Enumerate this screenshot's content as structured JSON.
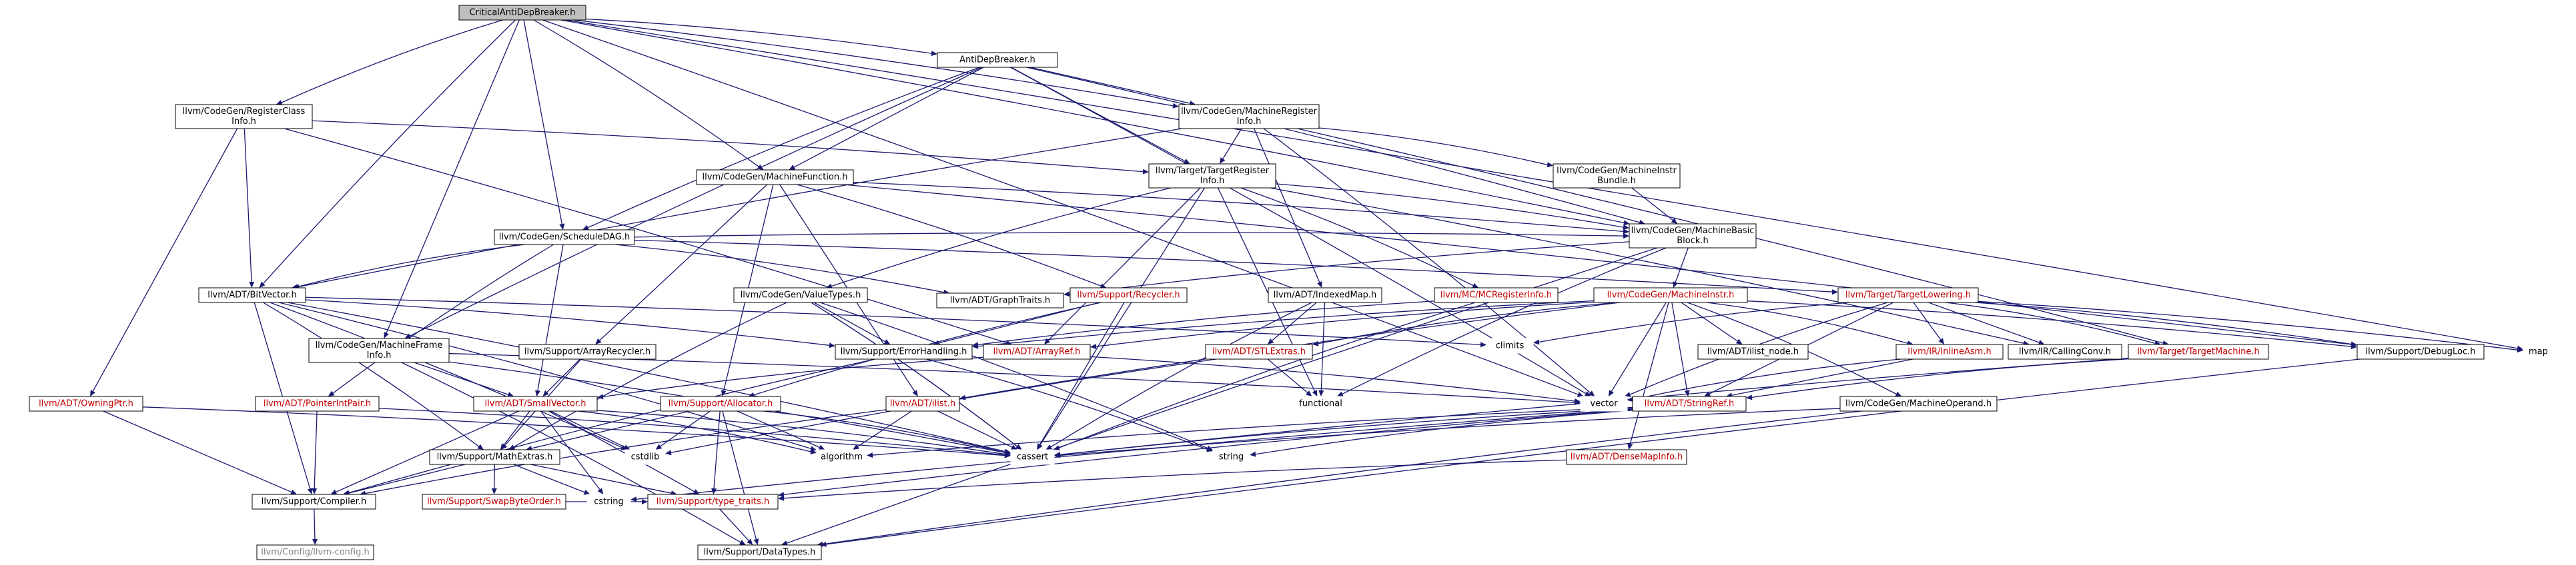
{
  "graph": {
    "colors": {
      "edge": "#191970",
      "root_fill": "#bfbfbf",
      "red_label": "#c00000",
      "gray_label": "#808080"
    },
    "nodes": [
      {
        "id": "root",
        "label": [
          "CriticalAntiDepBreaker.h"
        ],
        "style": "root"
      },
      {
        "id": "antidep",
        "label": [
          "AntiDepBreaker.h"
        ],
        "style": "black"
      },
      {
        "id": "regclass",
        "label": [
          "llvm/CodeGen/RegisterClass",
          "Info.h"
        ],
        "style": "black"
      },
      {
        "id": "mri",
        "label": [
          "llvm/CodeGen/MachineRegister",
          "Info.h"
        ],
        "style": "black"
      },
      {
        "id": "tri",
        "label": [
          "llvm/Target/TargetRegister",
          "Info.h"
        ],
        "style": "black"
      },
      {
        "id": "mfunc",
        "label": [
          "llvm/CodeGen/MachineFunction.h"
        ],
        "style": "black"
      },
      {
        "id": "mib",
        "label": [
          "llvm/CodeGen/MachineInstr",
          "Bundle.h"
        ],
        "style": "black"
      },
      {
        "id": "sdag",
        "label": [
          "llvm/CodeGen/ScheduleDAG.h"
        ],
        "style": "black"
      },
      {
        "id": "mbb",
        "label": [
          "llvm/CodeGen/MachineBasic",
          "Block.h"
        ],
        "style": "black"
      },
      {
        "id": "bitvec",
        "label": [
          "llvm/ADT/BitVector.h"
        ],
        "style": "black"
      },
      {
        "id": "vt",
        "label": [
          "llvm/CodeGen/ValueTypes.h"
        ],
        "style": "black"
      },
      {
        "id": "gtraits",
        "label": [
          "llvm/ADT/GraphTraits.h"
        ],
        "style": "black"
      },
      {
        "id": "recycler",
        "label": [
          "llvm/Support/Recycler.h"
        ],
        "style": "red"
      },
      {
        "id": "imap",
        "label": [
          "llvm/ADT/IndexedMap.h"
        ],
        "style": "black"
      },
      {
        "id": "mcreg",
        "label": [
          "llvm/MC/MCRegisterInfo.h"
        ],
        "style": "red"
      },
      {
        "id": "mi",
        "label": [
          "llvm/CodeGen/MachineInstr.h"
        ],
        "style": "red"
      },
      {
        "id": "tlower",
        "label": [
          "llvm/Target/TargetLowering.h"
        ],
        "style": "red"
      },
      {
        "id": "map",
        "label": [
          "map"
        ],
        "style": "sys"
      },
      {
        "id": "owning",
        "label": [
          "llvm/ADT/OwningPtr.h"
        ],
        "style": "red"
      },
      {
        "id": "mframe",
        "label": [
          "llvm/CodeGen/MachineFrame",
          "Info.h"
        ],
        "style": "black"
      },
      {
        "id": "arecycler",
        "label": [
          "llvm/Support/ArrayRecycler.h"
        ],
        "style": "black"
      },
      {
        "id": "errh",
        "label": [
          "llvm/Support/ErrorHandling.h"
        ],
        "style": "black"
      },
      {
        "id": "arrayref",
        "label": [
          "llvm/ADT/ArrayRef.h"
        ],
        "style": "red"
      },
      {
        "id": "climits",
        "label": [
          "climits"
        ],
        "style": "sys"
      },
      {
        "id": "stlextras",
        "label": [
          "llvm/ADT/STLExtras.h"
        ],
        "style": "red"
      },
      {
        "id": "ilistnode",
        "label": [
          "llvm/ADT/ilist_node.h"
        ],
        "style": "black"
      },
      {
        "id": "inlineasm",
        "label": [
          "llvm/IR/InlineAsm.h"
        ],
        "style": "red"
      },
      {
        "id": "callconv",
        "label": [
          "llvm/IR/CallingConv.h"
        ],
        "style": "black"
      },
      {
        "id": "tmachine",
        "label": [
          "llvm/Target/TargetMachine.h"
        ],
        "style": "red"
      },
      {
        "id": "debugloc",
        "label": [
          "llvm/Support/DebugLoc.h"
        ],
        "style": "black"
      },
      {
        "id": "pip",
        "label": [
          "llvm/ADT/PointerIntPair.h"
        ],
        "style": "red"
      },
      {
        "id": "smallvec",
        "label": [
          "llvm/ADT/SmallVector.h"
        ],
        "style": "red"
      },
      {
        "id": "alloc",
        "label": [
          "llvm/Support/Allocator.h"
        ],
        "style": "red"
      },
      {
        "id": "ilist",
        "label": [
          "llvm/ADT/ilist.h"
        ],
        "style": "red"
      },
      {
        "id": "functional",
        "label": [
          "functional"
        ],
        "style": "sys"
      },
      {
        "id": "vector",
        "label": [
          "vector"
        ],
        "style": "sys"
      },
      {
        "id": "stringref",
        "label": [
          "llvm/ADT/StringRef.h"
        ],
        "style": "red"
      },
      {
        "id": "moperand",
        "label": [
          "llvm/CodeGen/MachineOperand.h"
        ],
        "style": "black"
      },
      {
        "id": "cstdlib",
        "label": [
          "cstdlib"
        ],
        "style": "sys"
      },
      {
        "id": "algorithm",
        "label": [
          "algorithm"
        ],
        "style": "sys"
      },
      {
        "id": "cassert",
        "label": [
          "cassert"
        ],
        "style": "sys"
      },
      {
        "id": "string",
        "label": [
          "string"
        ],
        "style": "sys"
      },
      {
        "id": "dmapinfo",
        "label": [
          "llvm/ADT/DenseMapInfo.h"
        ],
        "style": "red"
      },
      {
        "id": "mathx",
        "label": [
          "llvm/Support/MathExtras.h"
        ],
        "style": "black"
      },
      {
        "id": "compiler",
        "label": [
          "llvm/Support/Compiler.h"
        ],
        "style": "black"
      },
      {
        "id": "swapbo",
        "label": [
          "llvm/Support/SwapByteOrder.h"
        ],
        "style": "red"
      },
      {
        "id": "cstring",
        "label": [
          "cstring"
        ],
        "style": "sys"
      },
      {
        "id": "typetraits",
        "label": [
          "llvm/Support/type_traits.h"
        ],
        "style": "red"
      },
      {
        "id": "config",
        "label": [
          "llvm/Config/llvm-config.h"
        ],
        "style": "gray"
      },
      {
        "id": "datatypes",
        "label": [
          "llvm/Support/DataTypes.h"
        ],
        "style": "black"
      }
    ],
    "edges": [
      [
        "root",
        "antidep"
      ],
      [
        "root",
        "regclass"
      ],
      [
        "root",
        "mri"
      ],
      [
        "root",
        "mfunc"
      ],
      [
        "root",
        "sdag"
      ],
      [
        "root",
        "mbb"
      ],
      [
        "root",
        "bitvec"
      ],
      [
        "root",
        "mframe"
      ],
      [
        "root",
        "map"
      ],
      [
        "root",
        "vector"
      ],
      [
        "antidep",
        "mri"
      ],
      [
        "antidep",
        "tri"
      ],
      [
        "antidep",
        "mfunc"
      ],
      [
        "antidep",
        "sdag"
      ],
      [
        "antidep",
        "mbb"
      ],
      [
        "antidep",
        "vector"
      ],
      [
        "antidep",
        "mframe"
      ],
      [
        "regclass",
        "tri"
      ],
      [
        "regclass",
        "bitvec"
      ],
      [
        "regclass",
        "owning"
      ],
      [
        "regclass",
        "arrayref"
      ],
      [
        "mri",
        "tri"
      ],
      [
        "mri",
        "mib"
      ],
      [
        "mri",
        "bitvec"
      ],
      [
        "mri",
        "imap"
      ],
      [
        "mri",
        "tmachine"
      ],
      [
        "mri",
        "vector"
      ],
      [
        "tri",
        "mbb"
      ],
      [
        "tri",
        "mcreg"
      ],
      [
        "tri",
        "vt"
      ],
      [
        "tri",
        "arrayref"
      ],
      [
        "tri",
        "cassert"
      ],
      [
        "tri",
        "functional"
      ],
      [
        "tri",
        "callconv"
      ],
      [
        "mfunc",
        "mbb"
      ],
      [
        "mfunc",
        "arecycler"
      ],
      [
        "mfunc",
        "recycler"
      ],
      [
        "mfunc",
        "alloc"
      ],
      [
        "mfunc",
        "ilist"
      ],
      [
        "mfunc",
        "debugloc"
      ],
      [
        "mib",
        "mbb"
      ],
      [
        "sdag",
        "mbb"
      ],
      [
        "sdag",
        "bitvec"
      ],
      [
        "sdag",
        "gtraits"
      ],
      [
        "sdag",
        "smallvec"
      ],
      [
        "sdag",
        "tlower"
      ],
      [
        "sdag",
        "pip"
      ],
      [
        "mbb",
        "mi"
      ],
      [
        "mbb",
        "gtraits"
      ],
      [
        "mbb",
        "datatypes"
      ],
      [
        "mbb",
        "functional"
      ],
      [
        "bitvec",
        "errh"
      ],
      [
        "bitvec",
        "mathx"
      ],
      [
        "bitvec",
        "algorithm"
      ],
      [
        "bitvec",
        "cassert"
      ],
      [
        "bitvec",
        "climits"
      ],
      [
        "bitvec",
        "cstdlib"
      ],
      [
        "bitvec",
        "compiler"
      ],
      [
        "vt",
        "errh"
      ],
      [
        "vt",
        "mathx"
      ],
      [
        "vt",
        "cassert"
      ],
      [
        "vt",
        "string"
      ],
      [
        "recycler",
        "errh"
      ],
      [
        "recycler",
        "alloc"
      ],
      [
        "recycler",
        "cassert"
      ],
      [
        "imap",
        "stlextras"
      ],
      [
        "imap",
        "cassert"
      ],
      [
        "imap",
        "functional"
      ],
      [
        "mcreg",
        "errh"
      ],
      [
        "mcreg",
        "cassert"
      ],
      [
        "mi",
        "mi_to_arrayref"
      ],
      [
        "mi",
        "arrayref"
      ],
      [
        "mi",
        "errh"
      ],
      [
        "mi",
        "stlextras"
      ],
      [
        "mi",
        "ilistnode"
      ],
      [
        "mi",
        "inlineasm"
      ],
      [
        "mi",
        "moperand"
      ],
      [
        "mi",
        "debugloc"
      ],
      [
        "mi",
        "vector"
      ],
      [
        "mi",
        "stringref"
      ],
      [
        "mi",
        "dmapinfo"
      ],
      [
        "mi",
        "ilist"
      ],
      [
        "tlower",
        "inlineasm"
      ],
      [
        "tlower",
        "callconv"
      ],
      [
        "tlower",
        "climits"
      ],
      [
        "tlower",
        "map"
      ],
      [
        "tlower",
        "vector"
      ],
      [
        "tlower",
        "tmachine"
      ],
      [
        "tlower",
        "debugloc"
      ],
      [
        "tlower",
        "stringref"
      ],
      [
        "owning",
        "compiler"
      ],
      [
        "owning",
        "cassert"
      ],
      [
        "mframe",
        "smallvec"
      ],
      [
        "mframe",
        "datatypes"
      ],
      [
        "mframe",
        "cassert"
      ],
      [
        "mframe",
        "vector"
      ],
      [
        "arecycler",
        "smallvec"
      ],
      [
        "arecycler",
        "mathx"
      ],
      [
        "errh",
        "compiler"
      ],
      [
        "errh",
        "string"
      ],
      [
        "arrayref",
        "smallvec"
      ],
      [
        "arrayref",
        "vector"
      ],
      [
        "stlextras",
        "functional"
      ],
      [
        "stlextras",
        "cstdlib"
      ],
      [
        "inlineasm",
        "stringref"
      ],
      [
        "inlineasm",
        "vector"
      ],
      [
        "tmachine",
        "stringref"
      ],
      [
        "tmachine",
        "cassert"
      ],
      [
        "debugloc",
        "datatypes"
      ],
      [
        "pip",
        "compiler"
      ],
      [
        "pip",
        "cassert"
      ],
      [
        "smallvec",
        "compiler"
      ],
      [
        "smallvec",
        "typetraits"
      ],
      [
        "smallvec",
        "mathx"
      ],
      [
        "smallvec",
        "cstdlib"
      ],
      [
        "smallvec",
        "cstring"
      ],
      [
        "smallvec",
        "algorithm"
      ],
      [
        "smallvec",
        "cassert"
      ],
      [
        "alloc",
        "typetraits"
      ],
      [
        "alloc",
        "datatypes"
      ],
      [
        "alloc",
        "mathx"
      ],
      [
        "alloc",
        "cstdlib"
      ],
      [
        "alloc",
        "cassert"
      ],
      [
        "alloc",
        "algorithm"
      ],
      [
        "ilist",
        "algorithm"
      ],
      [
        "ilist",
        "cassert"
      ],
      [
        "ilist",
        "compiler"
      ],
      [
        "stringref",
        "typetraits"
      ],
      [
        "stringref",
        "algorithm"
      ],
      [
        "stringref",
        "cassert"
      ],
      [
        "stringref",
        "cstring"
      ],
      [
        "stringref",
        "string"
      ],
      [
        "moperand",
        "datatypes"
      ],
      [
        "moperand",
        "cassert"
      ],
      [
        "dmapinfo",
        "typetraits"
      ],
      [
        "mathx",
        "swapbo"
      ],
      [
        "mathx",
        "typetraits"
      ],
      [
        "mathx",
        "compiler"
      ],
      [
        "mathx",
        "cstring"
      ],
      [
        "swapbo",
        "typetraits"
      ],
      [
        "compiler",
        "config"
      ],
      [
        "typetraits",
        "datatypes"
      ],
      [
        "vt",
        "cassert"
      ]
    ]
  }
}
